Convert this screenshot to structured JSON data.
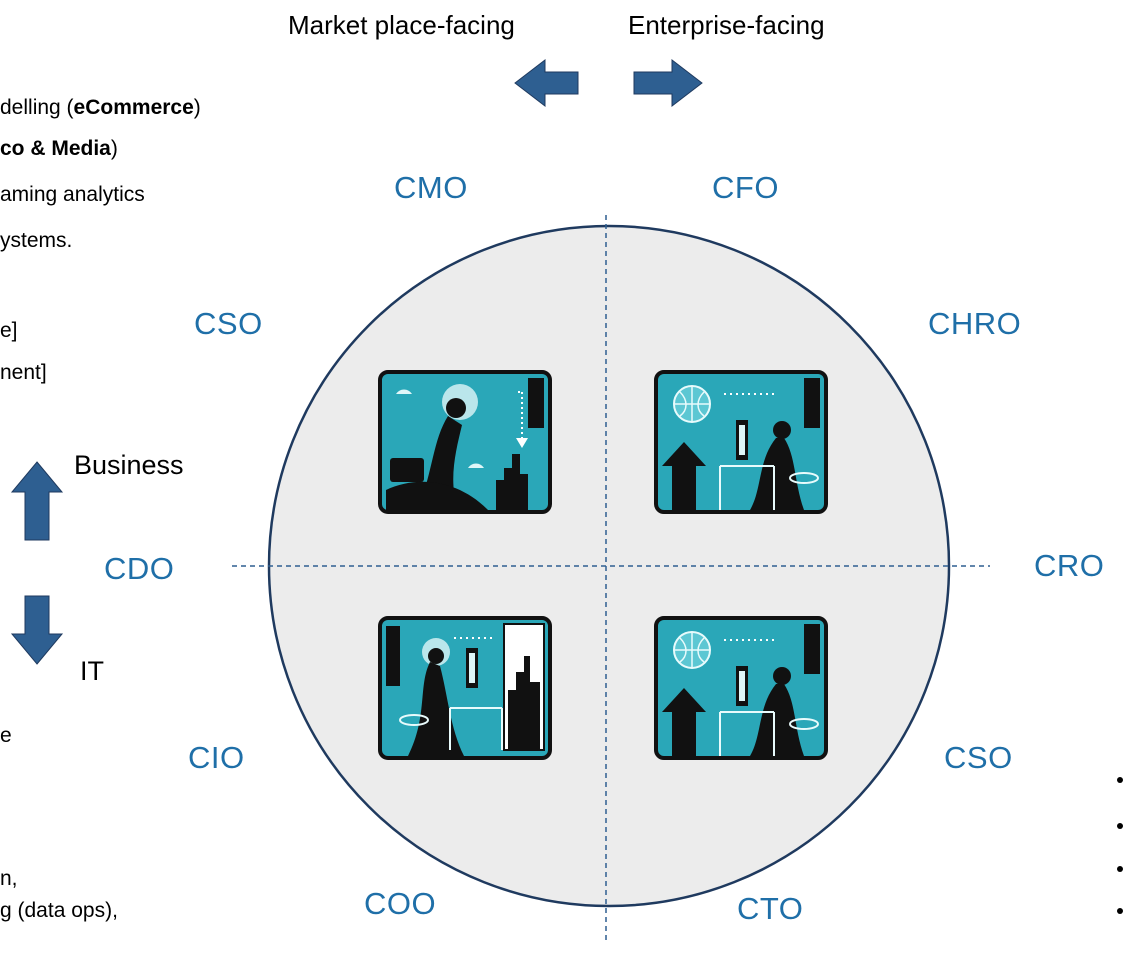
{
  "top": {
    "left_heading": "Market place-facing",
    "right_heading": "Enterprise-facing"
  },
  "roles": {
    "cmo": "CMO",
    "cfo": "CFO",
    "cso_top": "CSO",
    "chro": "CHRO",
    "cdo": "CDO",
    "cro": "CRO",
    "cio": "CIO",
    "cso_bottom": "CSO",
    "coo": "COO",
    "cto": "CTO"
  },
  "axis": {
    "business_label": "Business",
    "it_label": "IT"
  },
  "left_text": {
    "line1_pre": "delling (",
    "line1_bold": "eCommerce",
    "line1_post": ")",
    "line2_bold": "co & Media",
    "line2_post": ")",
    "line3": "aming analytics",
    "line4": "ystems.",
    "line5": "e]",
    "line6": "nent]",
    "line7": "e",
    "line8": "n,",
    "line9": "g (data ops),"
  },
  "colors": {
    "accent": "#1f6fa8",
    "circle_fill": "#ececec",
    "circle_stroke": "#1f3a5f",
    "arrow": "#2e5f91",
    "tile_bg": "#2aa7b8"
  },
  "icons": {
    "top_left": "executive-with-briefcase-icon",
    "top_right": "worker-at-web-desk-icon",
    "bottom_left": "worker-at-night-desk-icon",
    "bottom_right": "worker-at-web-desk-icon"
  }
}
